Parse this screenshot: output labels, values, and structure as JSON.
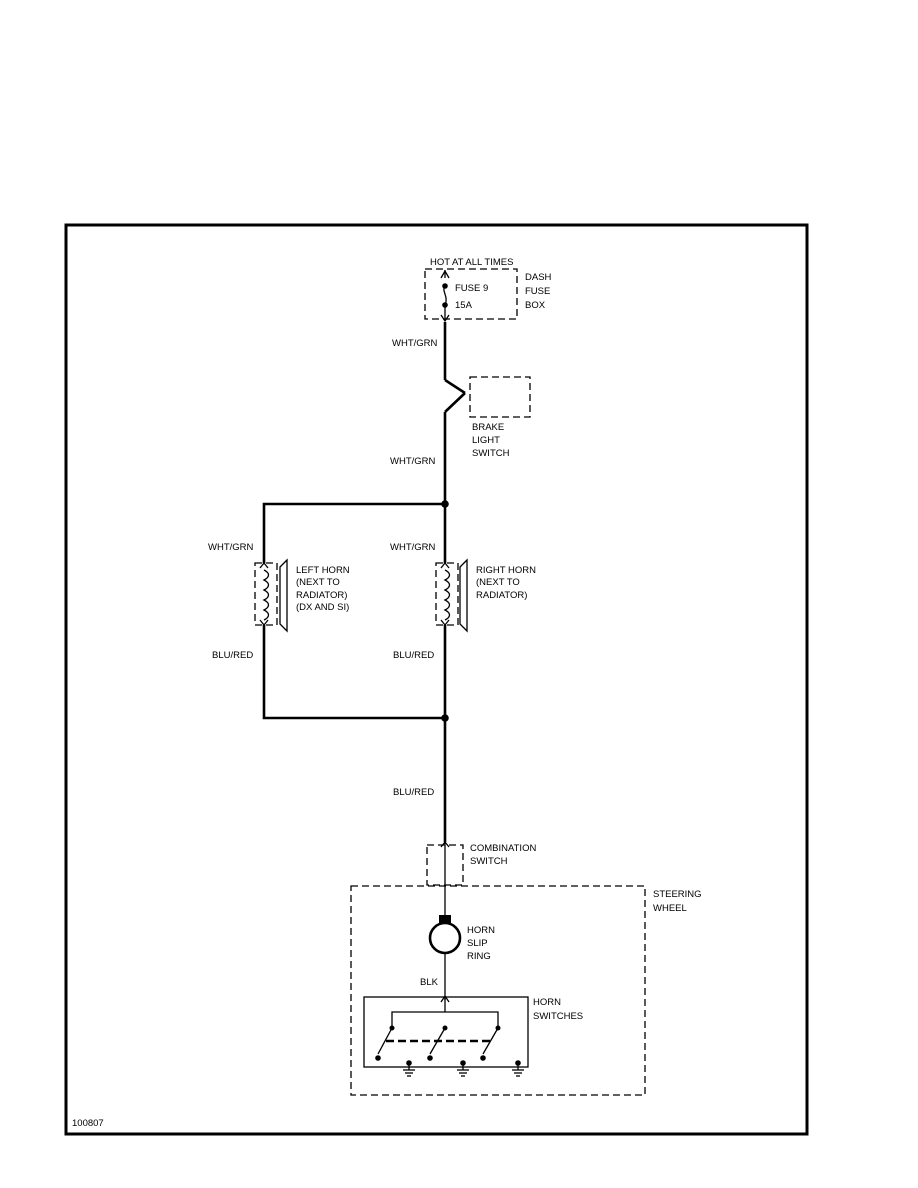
{
  "diagram_id": "100807",
  "power": {
    "label": "HOT AT ALL TIMES",
    "fuse_line1": "FUSE 9",
    "fuse_line2": "15A",
    "box_line1": "DASH",
    "box_line2": "FUSE",
    "box_line3": "BOX"
  },
  "wires": {
    "w1": "WHT/GRN",
    "w2": "WHT/GRN",
    "w_left": "WHT/GRN",
    "w_right": "WHT/GRN",
    "b_left": "BLU/RED",
    "b_right": "BLU/RED",
    "b_main": "BLU/RED",
    "blk": "BLK"
  },
  "brake_switch": {
    "line1": "BRAKE",
    "line2": "LIGHT",
    "line3": "SWITCH"
  },
  "left_horn": {
    "line1": "LEFT HORN",
    "line2": "(NEXT TO",
    "line3": "RADIATOR)",
    "line4": "(DX AND SI)"
  },
  "right_horn": {
    "line1": "RIGHT HORN",
    "line2": "(NEXT TO",
    "line3": "RADIATOR)"
  },
  "combination_switch": {
    "line1": "COMBINATION",
    "line2": "SWITCH"
  },
  "steering_wheel": {
    "line1": "STEERING",
    "line2": "WHEEL"
  },
  "slip_ring": {
    "line1": "HORN",
    "line2": "SLIP",
    "line3": "RING"
  },
  "horn_switches": {
    "line1": "HORN",
    "line2": "SWITCHES"
  }
}
